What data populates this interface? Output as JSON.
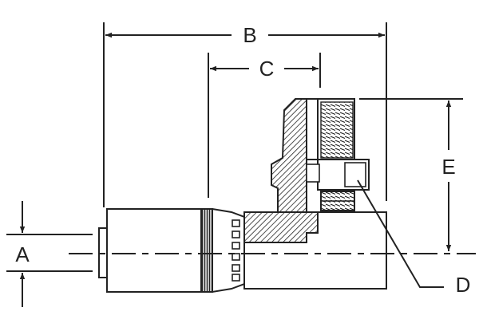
{
  "diagram": {
    "labels": {
      "a": "A",
      "b": "B",
      "c": "C",
      "d": "D",
      "e": "E"
    }
  },
  "colors": {
    "stroke": "#222222",
    "background": "#ffffff"
  }
}
